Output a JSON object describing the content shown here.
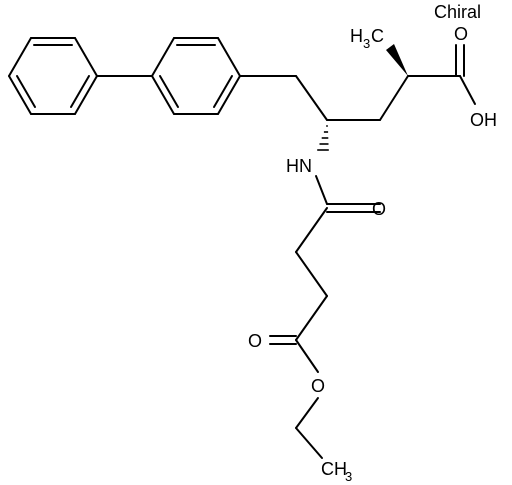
{
  "molecule": {
    "chiral_flag": "Chiral",
    "labels": {
      "methyl_main": "H",
      "methyl_digit": "3",
      "methyl_tail": "C",
      "carbonyl_o_acid": "O",
      "hydroxyl": "OH",
      "amide_nh": "HN",
      "amide_o": "O",
      "ester_o_carbonyl": "O",
      "ester_o_ether": "O",
      "ethyl_main": "CH",
      "ethyl_digit": "3"
    }
  },
  "colors": {
    "ink": "#000000",
    "background": "#ffffff"
  }
}
